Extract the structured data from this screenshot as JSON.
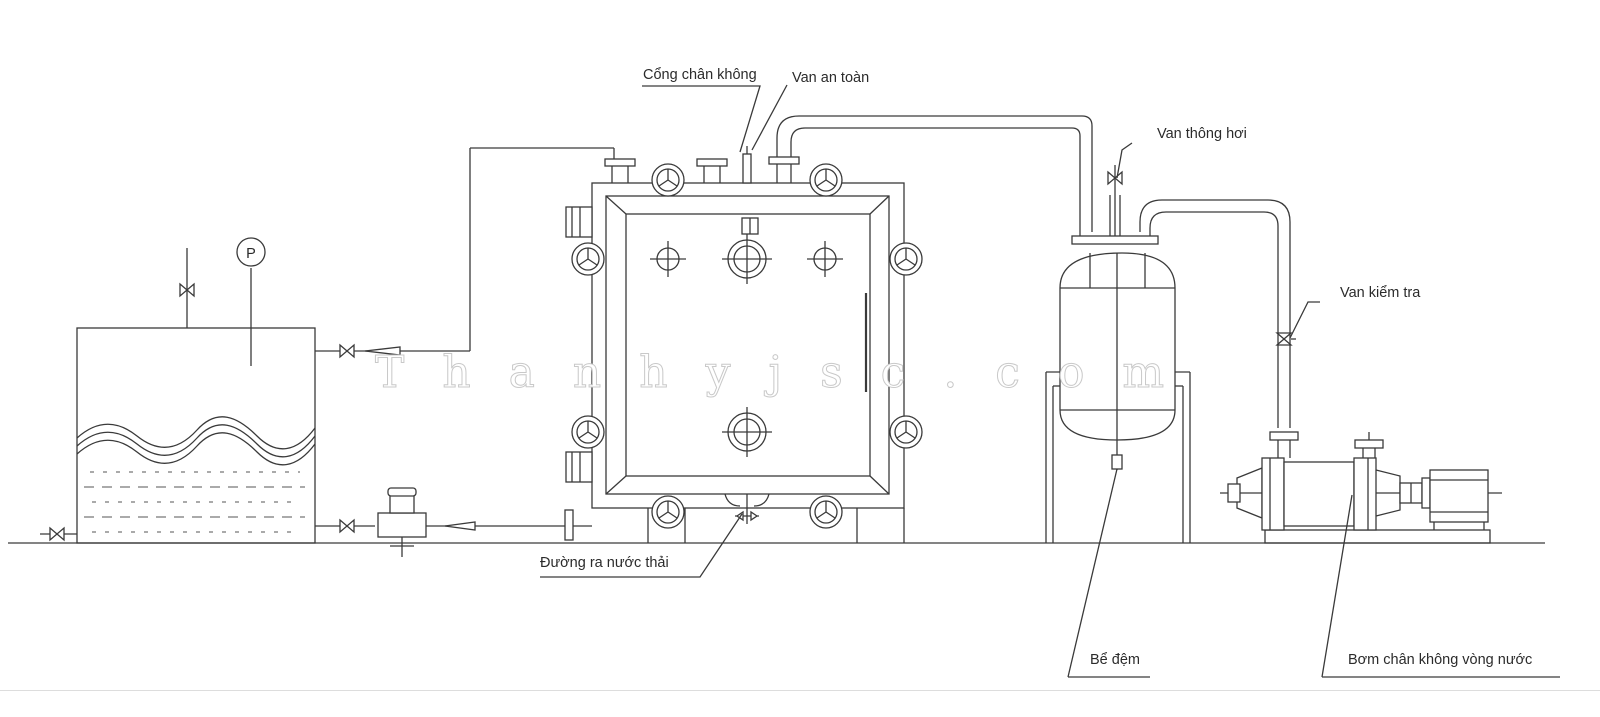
{
  "labels": {
    "vacuum_port": "Cổng chân không",
    "safety_valve": "Van an toàn",
    "vent_valve": "Van thông hơi",
    "check_valve": "Van kiểm tra",
    "drain_line": "Đường ra nước thải",
    "buffer_tank": "Bể đệm",
    "water_ring_pump": "Bơm chân không vòng nước"
  },
  "gauge_symbol": "P",
  "watermark": "Thanhyjsc.com",
  "colors": {
    "line": "#3a3a3a",
    "background": "#ffffff",
    "watermark_stroke": "#c9c9c9"
  }
}
